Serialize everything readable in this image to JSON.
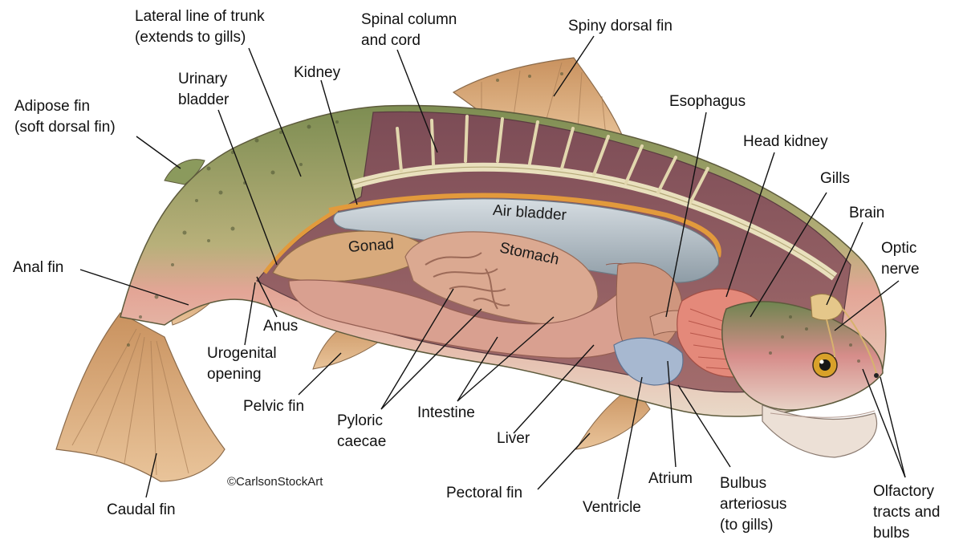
{
  "labels": {
    "lateral_line": "Lateral line of trunk\n(extends to gills)",
    "spinal_column": "Spinal column\nand cord",
    "spiny_dorsal_fin": "Spiny dorsal fin",
    "urinary_bladder": "Urinary\nbladder",
    "kidney": "Kidney",
    "adipose_fin": "Adipose fin\n(soft dorsal fin)",
    "esophagus": "Esophagus",
    "head_kidney": "Head kidney",
    "gills": "Gills",
    "brain": "Brain",
    "optic_nerve": "Optic\nnerve",
    "anal_fin": "Anal fin",
    "anus": "Anus",
    "urogenital_opening": "Urogenital\nopening",
    "pelvic_fin": "Pelvic fin",
    "pyloric_caecae": "Pyloric\ncaecae",
    "intestine": "Intestine",
    "liver": "Liver",
    "pectoral_fin": "Pectoral fin",
    "ventricle": "Ventricle",
    "atrium": "Atrium",
    "bulbus_arteriosus": "Bulbus\narteriosus\n(to gills)",
    "olfactory": "Olfactory\ntracts and\nbulbs",
    "caudal_fin": "Caudal fin"
  },
  "organ_text": {
    "air_bladder": "Air bladder",
    "gonad": "Gonad",
    "stomach": "Stomach"
  },
  "copyright": "©CarlsonStockArt",
  "colors": {
    "skin_green": "#8a9a5c",
    "skin_pink": "#d99a8c",
    "body_cavity": "#8c5a62",
    "air_bladder": "#b8c4cc",
    "gonad": "#d8a878",
    "stomach": "#d9a58e",
    "gill": "#e08878",
    "heart_blue": "#9fb2cc",
    "fin_orange": "#d49a6a"
  }
}
